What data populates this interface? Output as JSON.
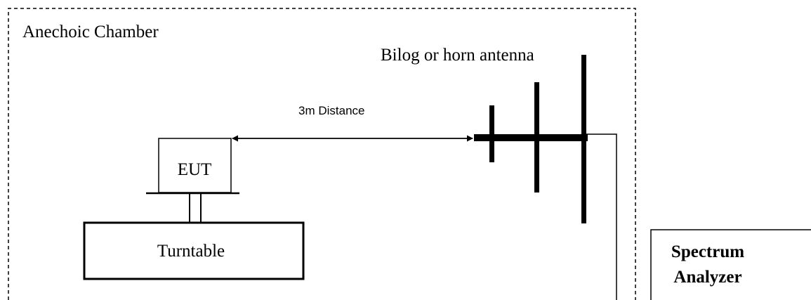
{
  "chamber": {
    "label": "Anechoic Chamber"
  },
  "antenna": {
    "label": "Bilog or horn antenna"
  },
  "distance": {
    "label": "3m Distance"
  },
  "eut": {
    "label": "EUT"
  },
  "turntable": {
    "label": "Turntable"
  },
  "analyzer": {
    "line1": "Spectrum",
    "line2": "Analyzer"
  }
}
